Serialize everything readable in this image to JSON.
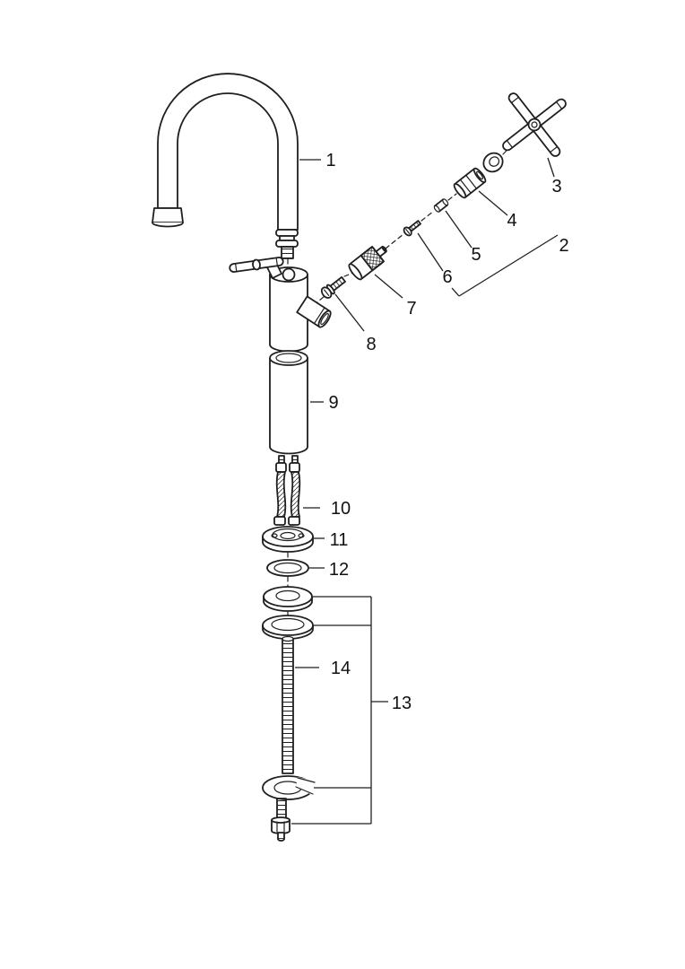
{
  "page": {
    "background_color": "#ffffff"
  },
  "diagram": {
    "kind": "exploded parts diagram",
    "subject": "single-hole basin faucet with cross handle",
    "line_color": "#1f1f1f",
    "label_color": "#111111",
    "labels": [
      {
        "num": "1",
        "part": "gooseneck-spout"
      },
      {
        "num": "2",
        "part": "handle-valve-assembly"
      },
      {
        "num": "3",
        "part": "cross-handle"
      },
      {
        "num": "4",
        "part": "cartridge-sleeve-and-cap"
      },
      {
        "num": "5",
        "part": "small-fastening-screw"
      },
      {
        "num": "6",
        "part": "fastening-screw"
      },
      {
        "num": "7",
        "part": "valve-cartridge"
      },
      {
        "num": "8",
        "part": "body-screw"
      },
      {
        "num": "9",
        "part": "riser-column"
      },
      {
        "num": "10",
        "part": "supply-hoses"
      },
      {
        "num": "11",
        "part": "base-ring"
      },
      {
        "num": "12",
        "part": "base-gasket"
      },
      {
        "num": "13",
        "part": "fastening-set"
      },
      {
        "num": "14",
        "part": "threaded-rod"
      }
    ]
  }
}
